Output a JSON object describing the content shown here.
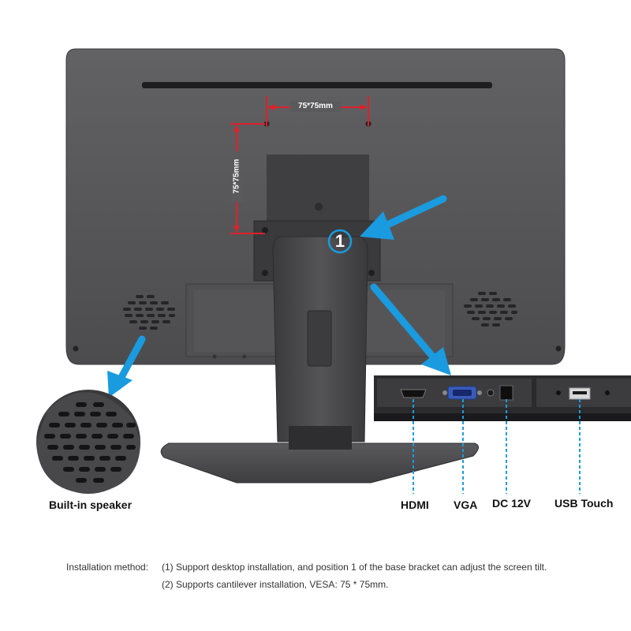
{
  "dimensions": {
    "horizontal": "75*75mm",
    "vertical": "75*75mm"
  },
  "callouts": {
    "tilt_position": "1"
  },
  "labels": {
    "speaker": "Built-in speaker",
    "hdmi": "HDMI",
    "vga": "VGA",
    "dc": "DC 12V",
    "usb": "USB Touch"
  },
  "installation": {
    "heading": "Installation method:",
    "line1": "(1) Support desktop installation, and position 1 of the base bracket can adjust the screen tilt.",
    "line2": "(2) Supports cantilever installation, VESA: 75 * 75mm."
  },
  "colors": {
    "monitor_body": "#5a5a5c",
    "arrow": "#1a9be0",
    "dimension_line": "#e0202a"
  }
}
